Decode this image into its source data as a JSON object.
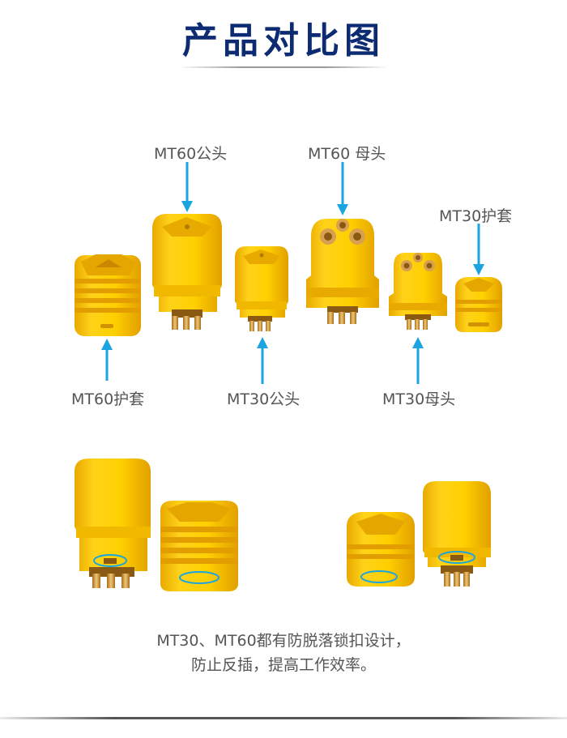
{
  "title": "产品对比图",
  "labels": {
    "mt60_male": "MT60公头",
    "mt60_female": "MT60 母头",
    "mt30_sleeve": "MT30护套",
    "mt60_sleeve": "MT60护套",
    "mt30_male": "MT30公头",
    "mt30_female": "MT30母头"
  },
  "caption": {
    "line1": "MT30、MT60都有防脱落锁扣设计，",
    "line2": "防止反插，提高工作效率。"
  },
  "colors": {
    "title": "#0d2b72",
    "connector_yellow": "#f5c400",
    "connector_dark": "#d99a00",
    "arrow": "#1aa5e0",
    "pins": "#c89640"
  }
}
